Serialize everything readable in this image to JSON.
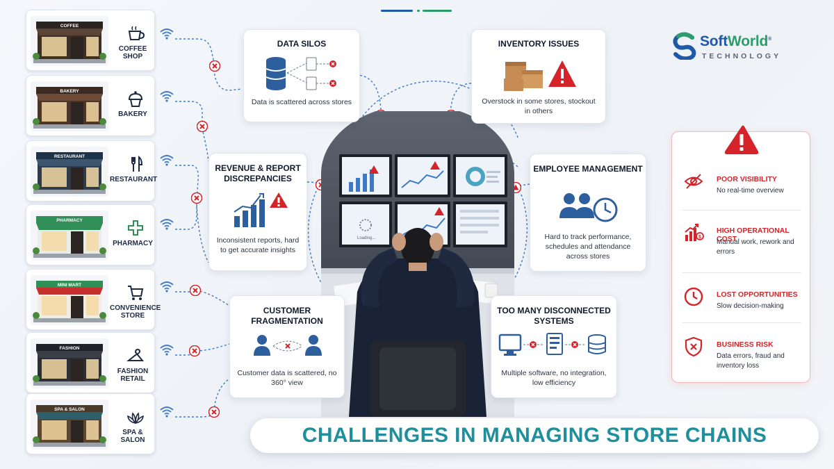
{
  "brand": {
    "name_part1": "Soft",
    "name_part2": "World",
    "registered": "®",
    "subtitle": "TECHNOLOGY",
    "primary_color": "#1e58a8",
    "accent_color": "#2a9d6a"
  },
  "stores": [
    {
      "label": "COFFEE SHOP",
      "sign": "COFFEE",
      "icon": "coffee-cup-icon"
    },
    {
      "label": "BAKERY",
      "sign": "BAKERY",
      "icon": "cupcake-icon"
    },
    {
      "label": "RESTAURANT",
      "sign": "RESTAURANT",
      "icon": "fork-knife-icon"
    },
    {
      "label": "PHARMACY",
      "sign": "PHARMACY",
      "icon": "medical-cross-icon"
    },
    {
      "label": "CONVENIENCE STORE",
      "sign": "MINI MART",
      "icon": "shopping-cart-icon"
    },
    {
      "label": "FASHION RETAIL",
      "sign": "FASHION",
      "icon": "hanger-icon"
    },
    {
      "label": "SPA & SALON",
      "sign": "SPA & SALON",
      "icon": "lotus-icon"
    }
  ],
  "cards": {
    "data_silos": {
      "title": "DATA SILOS",
      "text": "Data is scattered across stores",
      "icon": "database-icon"
    },
    "inventory": {
      "title": "INVENTORY ISSUES",
      "text": "Overstock in some stores, stockout in others",
      "icon": "boxes-warning-icon"
    },
    "revenue": {
      "title": "REVENUE & REPORT DISCREPANCIES",
      "text": "Inconsistent reports, hard to get accurate insights",
      "icon": "bar-chart-warning-icon"
    },
    "employee": {
      "title": "EMPLOYEE MANAGEMENT",
      "text": "Hard to track performance, schedules and attendance across stores",
      "icon": "people-clock-icon"
    },
    "customer": {
      "title": "CUSTOMER FRAGMENTATION",
      "text": "Customer data is scattered, no 360° view",
      "icon": "customers-split-icon"
    },
    "systems": {
      "title": "TOO MANY DISCONNECTED SYSTEMS",
      "text": "Multiple software, no integration, low efficiency",
      "icon": "disconnected-systems-icon"
    }
  },
  "risks": [
    {
      "title": "POOR VISIBILITY",
      "desc": "No real-time overview",
      "icon": "eye-slash-icon"
    },
    {
      "title": "HIGH OPERATIONAL COST",
      "desc": "Manual work, rework and errors",
      "icon": "cost-chart-icon"
    },
    {
      "title": "LOST OPPORTUNITIES",
      "desc": "Slow decision-making",
      "icon": "clock-icon"
    },
    {
      "title": "BUSINESS RISK",
      "desc": "Data errors, fraud and inventory loss",
      "icon": "shield-x-icon"
    }
  ],
  "scene": {
    "loading_text": "Loading..."
  },
  "banner": {
    "text": "CHALLENGES IN MANAGING STORE CHAINS",
    "color": "#1f8f9c"
  },
  "colors": {
    "danger": "#d4242a",
    "connector": "#3f78c4"
  }
}
